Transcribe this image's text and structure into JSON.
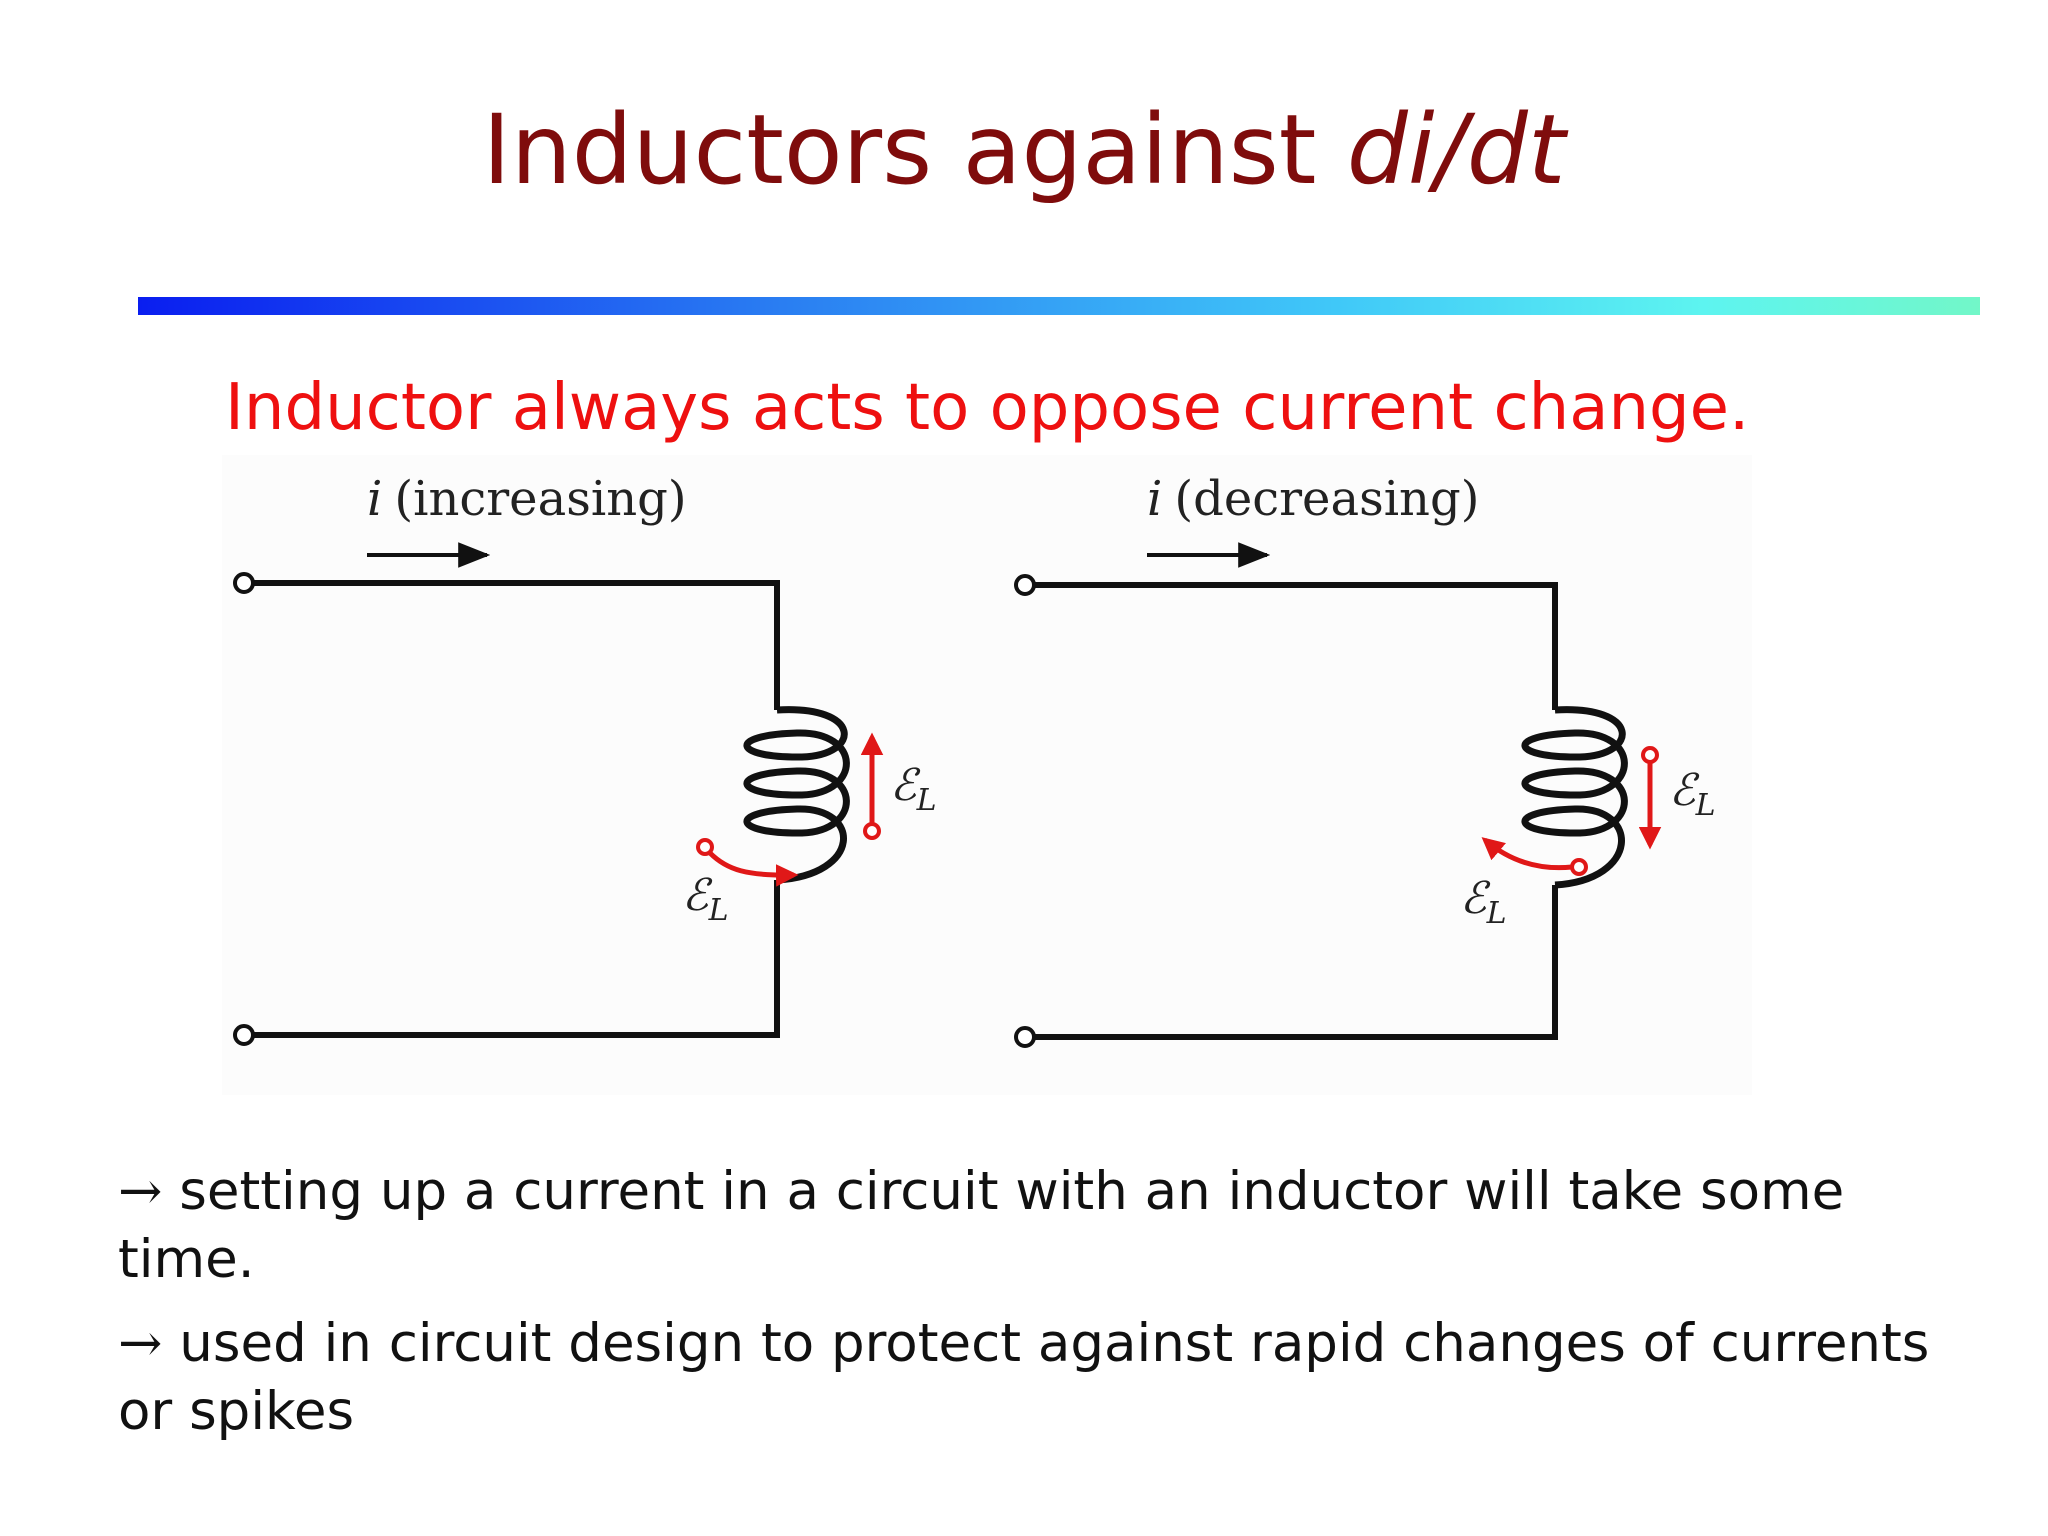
{
  "title": {
    "main": "Inductors against ",
    "italic": "di/dt"
  },
  "subtitle": "Inductor always acts to oppose current change.",
  "diagram": {
    "left": {
      "i_symbol": "i",
      "label": "(increasing)",
      "emf": "ℰ",
      "emf_sub": "L"
    },
    "right": {
      "i_symbol": "i",
      "label": "(decreasing)",
      "emf": "ℰ",
      "emf_sub": "L"
    },
    "wire_color": "#111111",
    "emf_color": "#e01818"
  },
  "bullets": [
    {
      "arrow": "→",
      "text": " setting up a current in a circuit with an inductor will take some time."
    },
    {
      "arrow": "→",
      "text": " used in circuit design to protect against rapid changes of currents or spikes"
    }
  ]
}
